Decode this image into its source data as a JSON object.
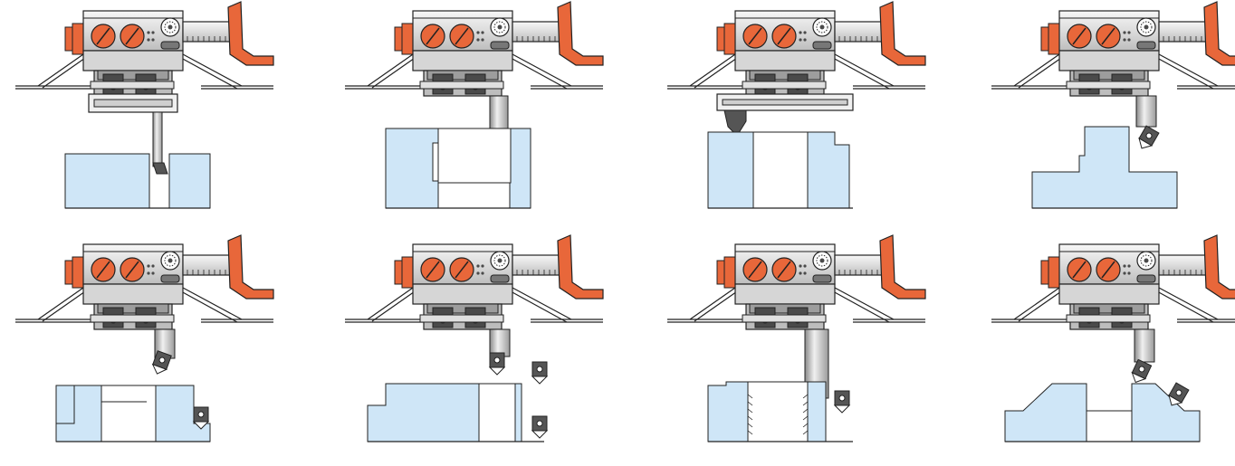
{
  "panels": [
    {
      "id": "p1",
      "operation": "bore-through-small",
      "tool": "boring-bar-thin",
      "workpiece": "through-bore-narrow"
    },
    {
      "id": "p2",
      "operation": "internal-steps",
      "tool": "insert-holder-down",
      "workpiece": "stepped-bore"
    },
    {
      "id": "p3",
      "operation": "facing-large-diameter",
      "tool": "extended-slide",
      "workpiece": "large-bore-recess"
    },
    {
      "id": "p4",
      "operation": "external-chamfer",
      "tool": "angled-insert",
      "workpiece": "external-boss"
    },
    {
      "id": "p5",
      "operation": "internal-groove",
      "tool": "grooving-insert",
      "workpiece": "recessed-bore"
    },
    {
      "id": "p6",
      "operation": "back-facing",
      "tool": "multi-insert",
      "workpiece": "undercut-bore"
    },
    {
      "id": "p7",
      "operation": "threading",
      "tool": "thread-insert",
      "workpiece": "threaded-bore"
    },
    {
      "id": "p8",
      "operation": "taper-turning",
      "tool": "angled-insert",
      "workpiece": "tapered-bore"
    }
  ],
  "colors": {
    "workpiece": "#cfe6f7",
    "lever": "#e8673a",
    "metal_light": "#e9e9e9",
    "metal_mid": "#c9c9c9",
    "dark": "#4a4a4a",
    "outline": "#222222"
  },
  "icons": [
    "knob-icon",
    "dial-icon",
    "lever-icon",
    "insert-icon"
  ]
}
